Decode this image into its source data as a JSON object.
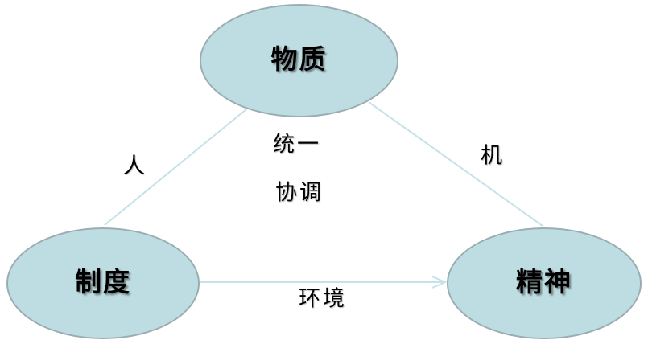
{
  "diagram": {
    "nodes": {
      "material": {
        "label": "物质"
      },
      "institution": {
        "label": "制度"
      },
      "spirit": {
        "label": "精神"
      }
    },
    "labels": {
      "left_edge": "人",
      "right_edge": "机",
      "bottom_edge": "环境",
      "center_top": "统一",
      "center_bottom": "协调"
    },
    "colors": {
      "node_fill": "#bedde2",
      "node_border": "#9aadb2",
      "connector": "#c5e2e9",
      "text": "#000000",
      "background": "#ffffff"
    }
  }
}
